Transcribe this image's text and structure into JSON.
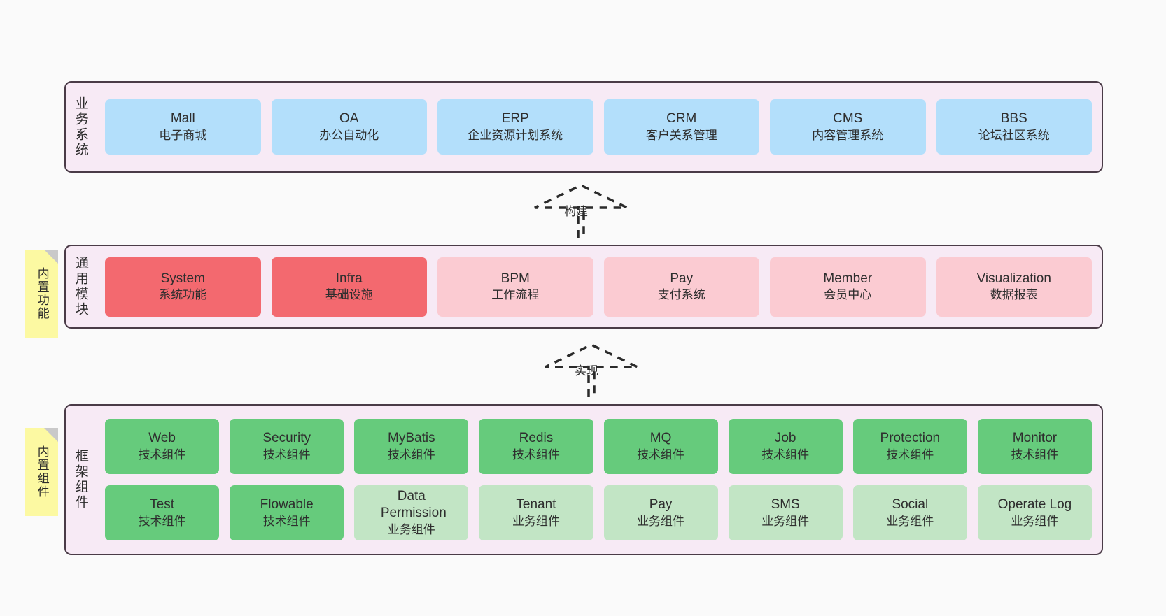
{
  "diagram": {
    "layers": [
      {
        "id": "business-systems",
        "label": "业务系统",
        "cards": [
          {
            "en": "Mall",
            "cn": "电子商城"
          },
          {
            "en": "OA",
            "cn": "办公自动化"
          },
          {
            "en": "ERP",
            "cn": "企业资源计划系统"
          },
          {
            "en": "CRM",
            "cn": "客户关系管理"
          },
          {
            "en": "CMS",
            "cn": "内容管理系统"
          },
          {
            "en": "BBS",
            "cn": "论坛社区系统"
          }
        ]
      },
      {
        "id": "common-modules",
        "label": "通用模块",
        "sticky": "内置功能",
        "cards": [
          {
            "en": "System",
            "cn": "系统功能",
            "tone": "red"
          },
          {
            "en": "Infra",
            "cn": "基础设施",
            "tone": "red"
          },
          {
            "en": "BPM",
            "cn": "工作流程",
            "tone": "pink"
          },
          {
            "en": "Pay",
            "cn": "支付系统",
            "tone": "pink"
          },
          {
            "en": "Member",
            "cn": "会员中心",
            "tone": "pink"
          },
          {
            "en": "Visualization",
            "cn": "数据报表",
            "tone": "pink"
          }
        ]
      },
      {
        "id": "framework-components",
        "label": "框架组件",
        "sticky": "内置组件",
        "row1": [
          {
            "en": "Web",
            "cn": "技术组件"
          },
          {
            "en": "Security",
            "cn": "技术组件"
          },
          {
            "en": "MyBatis",
            "cn": "技术组件"
          },
          {
            "en": "Redis",
            "cn": "技术组件"
          },
          {
            "en": "MQ",
            "cn": "技术组件"
          },
          {
            "en": "Job",
            "cn": "技术组件"
          },
          {
            "en": "Protection",
            "cn": "技术组件"
          },
          {
            "en": "Monitor",
            "cn": "技术组件"
          }
        ],
        "row2": [
          {
            "en": "Test",
            "cn": "技术组件",
            "tone": "green"
          },
          {
            "en": "Flowable",
            "cn": "技术组件",
            "tone": "green"
          },
          {
            "en": "Data Permission",
            "cn": "业务组件",
            "tone": "lightgreen"
          },
          {
            "en": "Tenant",
            "cn": "业务组件",
            "tone": "lightgreen"
          },
          {
            "en": "Pay",
            "cn": "业务组件",
            "tone": "lightgreen"
          },
          {
            "en": "SMS",
            "cn": "业务组件",
            "tone": "lightgreen"
          },
          {
            "en": "Social",
            "cn": "业务组件",
            "tone": "lightgreen"
          },
          {
            "en": "Operate Log",
            "cn": "业务组件",
            "tone": "lightgreen"
          }
        ]
      }
    ],
    "connectors": [
      {
        "id": "build",
        "label": "构建"
      },
      {
        "id": "implement",
        "label": "实现"
      }
    ],
    "colors": {
      "panel_bg": "#F7EAF5",
      "panel_border": "#4A3B47",
      "business_card": "#B3DFFB",
      "module_primary": "#F3696F",
      "module_secondary": "#FBCBD2",
      "tech_component": "#66CB7C",
      "business_component": "#C2E5C5",
      "sticky_note": "#FCF9A2",
      "canvas_bg": "#FAFAFA"
    }
  }
}
